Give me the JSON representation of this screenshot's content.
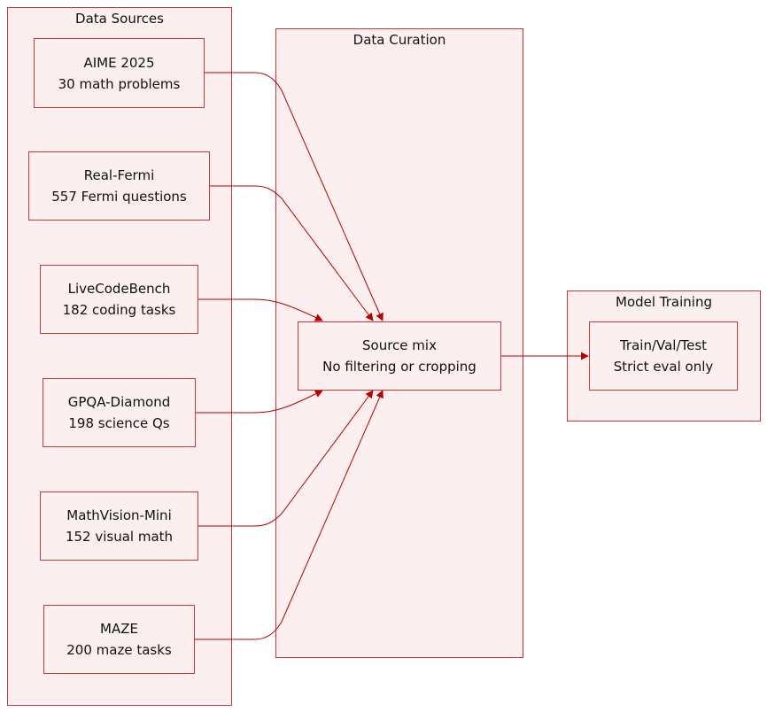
{
  "clusters": {
    "sources": {
      "title": "Data Sources"
    },
    "curation": {
      "title": "Data Curation"
    },
    "training": {
      "title": "Model Training"
    }
  },
  "nodes": {
    "aime": {
      "line1": "AIME 2025",
      "line2": "30 math problems"
    },
    "fermi": {
      "line1": "Real-Fermi",
      "line2": "557 Fermi questions"
    },
    "livecode": {
      "line1": "LiveCodeBench",
      "line2": "182 coding tasks"
    },
    "gpqa": {
      "line1": "GPQA-Diamond",
      "line2": "198 science Qs"
    },
    "mathvision": {
      "line1": "MathVision-Mini",
      "line2": "152 visual math"
    },
    "maze": {
      "line1": "MAZE",
      "line2": "200 maze tasks"
    },
    "mix": {
      "line1": "Source mix",
      "line2": "No filtering or cropping"
    },
    "train": {
      "line1": "Train/Val/Test",
      "line2": "Strict eval only"
    }
  },
  "edges": [
    {
      "from": "aime",
      "to": "mix"
    },
    {
      "from": "fermi",
      "to": "mix"
    },
    {
      "from": "livecode",
      "to": "mix"
    },
    {
      "from": "gpqa",
      "to": "mix"
    },
    {
      "from": "mathvision",
      "to": "mix"
    },
    {
      "from": "maze",
      "to": "mix"
    },
    {
      "from": "mix",
      "to": "train"
    }
  ],
  "colors": {
    "stroke": "#c8353a",
    "fill": "#fcefef",
    "arrow": "#b80000"
  }
}
